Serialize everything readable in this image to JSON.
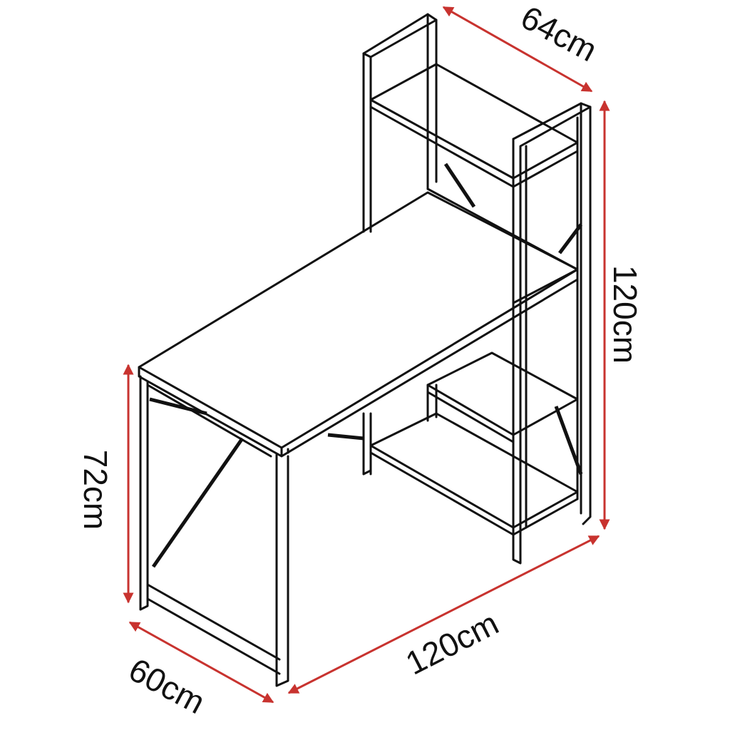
{
  "title": "Desk with shelf unit dimensions",
  "colors": {
    "dimension_arrow": "#c8332f",
    "lines": "#111111"
  },
  "dimensions": {
    "shelf_depth": "64cm",
    "shelf_height": "120cm",
    "desk_height": "72cm",
    "desk_depth": "60cm",
    "desk_width": "120cm"
  }
}
